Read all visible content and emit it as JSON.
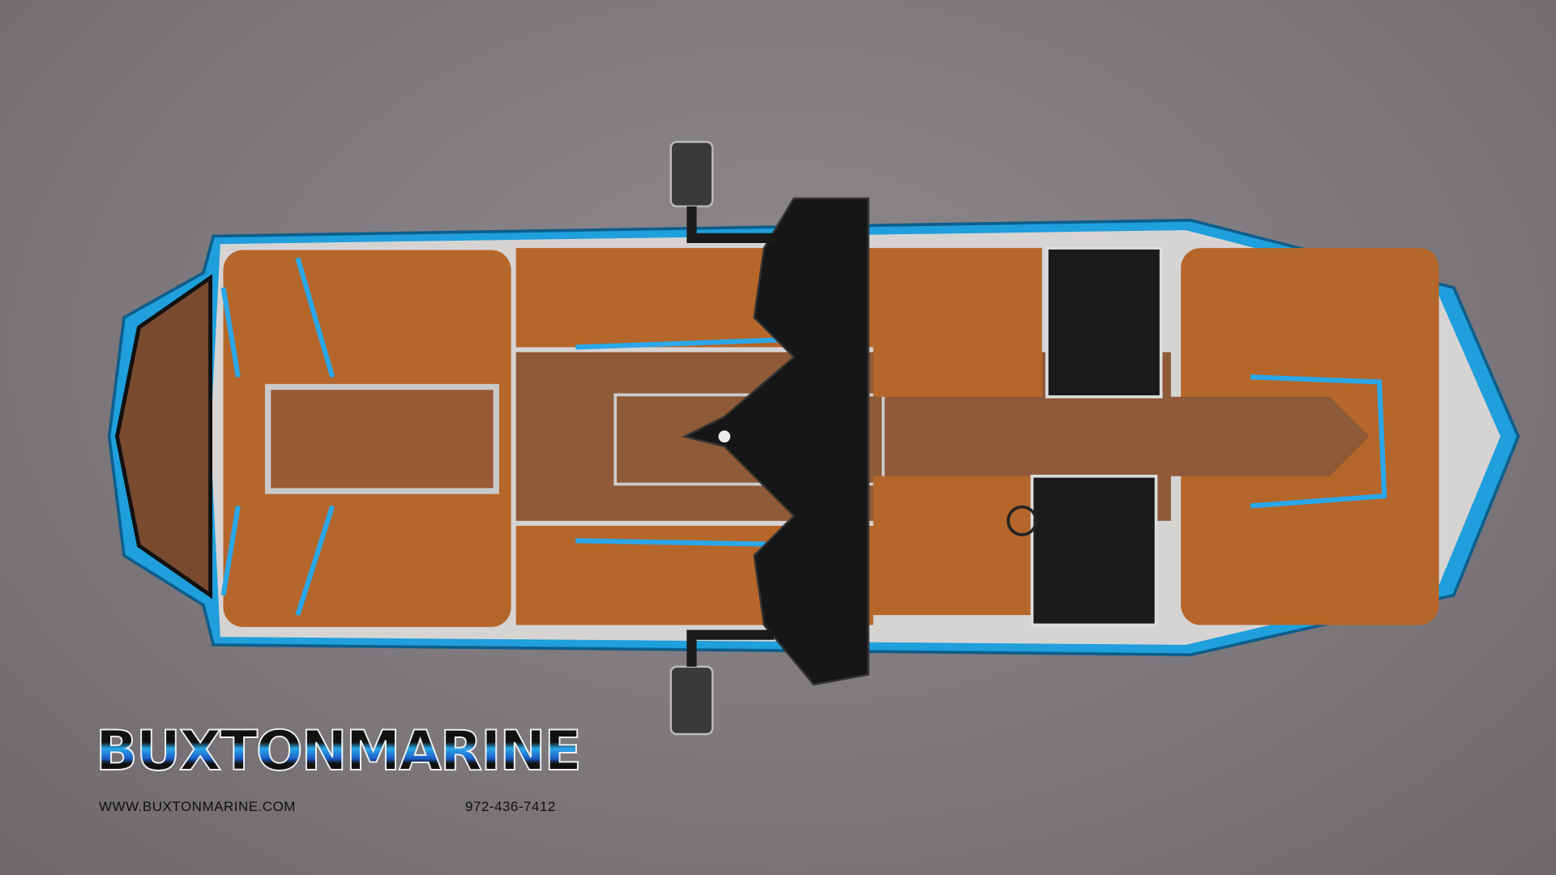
{
  "logo": {
    "brand": "BUXTONMARINE",
    "website": "WWW.BUXTONMARINE.COM",
    "phone": "972-436-7412"
  },
  "colors": {
    "background": "#7e7a7e",
    "hull_blue": "#1f9fdc",
    "upholstery": "#b5662a",
    "teak": "#8a5533",
    "tower": "#1a1a1a"
  }
}
